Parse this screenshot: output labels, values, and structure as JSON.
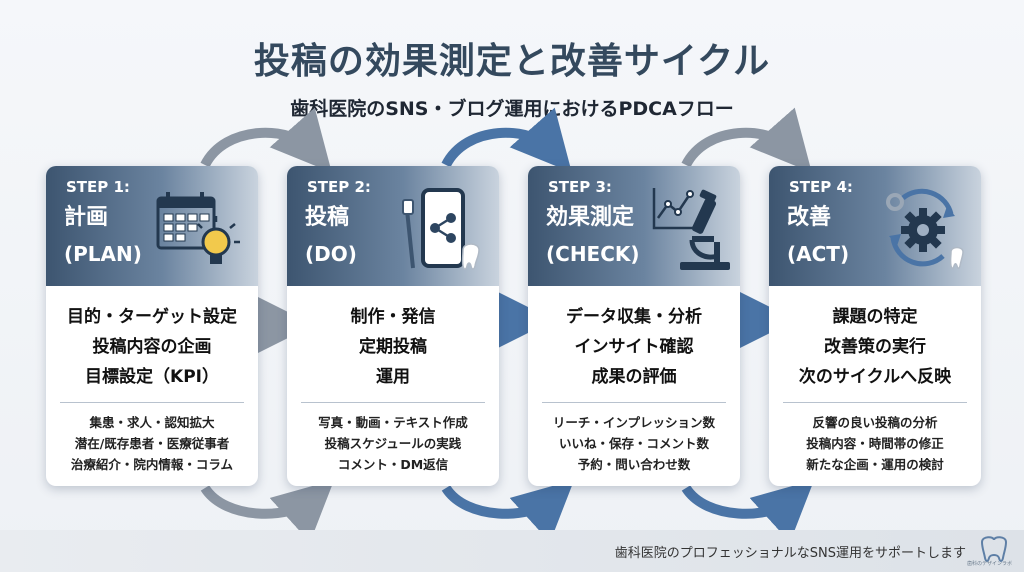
{
  "title": "投稿の効果測定と改善サイクル",
  "subtitle": "歯科医院のSNS・ブログ運用におけるPDCAフロー",
  "steps": [
    {
      "step": "STEP 1:",
      "name": "計画",
      "name_en": "(PLAN)",
      "icon": "calendar-lightbulb-icon",
      "main": [
        "目的・ターゲット設定",
        "投稿内容の企画",
        "目標設定（KPI）"
      ],
      "sub": [
        "集患・求人・認知拡大",
        "潜在/既存患者・医療従事者",
        "治療紹介・院内情報・コラム"
      ]
    },
    {
      "step": "STEP 2:",
      "name": "投稿",
      "name_en": "(DO)",
      "icon": "smartphone-share-icon",
      "main": [
        "制作・発信",
        "定期投稿",
        "運用"
      ],
      "sub": [
        "写真・動画・テキスト作成",
        "投稿スケジュールの実践",
        "コメント・DM返信"
      ]
    },
    {
      "step": "STEP 3:",
      "name": "効果測定",
      "name_en": "(CHECK)",
      "icon": "chart-microscope-icon",
      "main": [
        "データ収集・分析",
        "インサイト確認",
        "成果の評価"
      ],
      "sub": [
        "リーチ・インプレッション数",
        "いいね・保存・コメント数",
        "予約・問い合わせ数"
      ]
    },
    {
      "step": "STEP 4:",
      "name": "改善",
      "name_en": "(ACT)",
      "icon": "gear-cycle-icon",
      "main": [
        "課題の特定",
        "改善策の実行",
        "次のサイクルへ反映"
      ],
      "sub": [
        "反響の良い投稿の分析",
        "投稿内容・時間帯の修正",
        "新たな企画・運用の検討"
      ]
    }
  ],
  "footer": {
    "text": "歯科医院のプロフェッショナルなSNS運用をサポートします",
    "logo_icon": "tooth-logo-icon",
    "logo_text": "歯科のデザインラボ"
  },
  "colors": {
    "header_dark": "#3d5570",
    "arrow_gray": "#8c96a3",
    "arrow_blue": "#4a74a6",
    "title": "#34495e"
  }
}
